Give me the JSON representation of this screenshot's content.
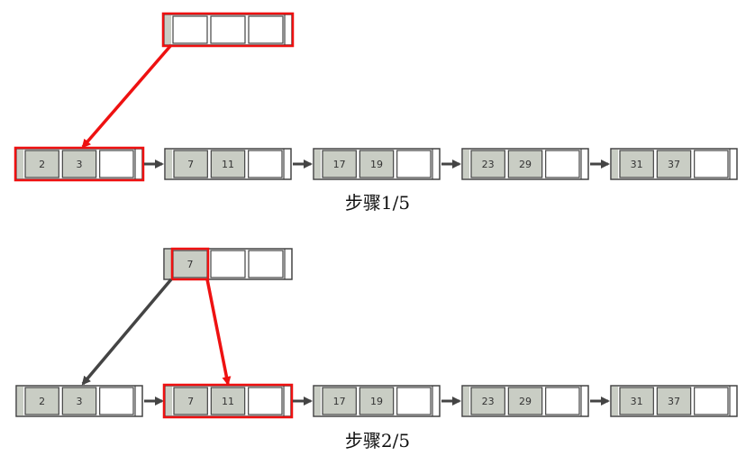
{
  "colors": {
    "highlight": "#ee1111",
    "node_border": "#444444",
    "node_fill": "#c9cdc4",
    "arrow_dark": "#444444",
    "background": "#ffffff"
  },
  "steps": [
    {
      "caption": "步骤1/5",
      "root": {
        "keys": [
          ""
        ],
        "highlight": true,
        "highlight_cell": null
      },
      "leaves": [
        {
          "keys": [
            "2",
            "3"
          ],
          "highlight": true
        },
        {
          "keys": [
            "7",
            "11"
          ],
          "highlight": false
        },
        {
          "keys": [
            "17",
            "19"
          ],
          "highlight": false
        },
        {
          "keys": [
            "23",
            "29"
          ],
          "highlight": false
        },
        {
          "keys": [
            "31",
            "37"
          ],
          "highlight": false
        }
      ],
      "pointers": [
        {
          "from": "root-ptr-0",
          "to": "leaf-0",
          "highlight": true
        }
      ]
    },
    {
      "caption": "步骤2/5",
      "root": {
        "keys": [
          "7"
        ],
        "highlight": false,
        "highlight_cell": 0
      },
      "leaves": [
        {
          "keys": [
            "2",
            "3"
          ],
          "highlight": false
        },
        {
          "keys": [
            "7",
            "11"
          ],
          "highlight": true
        },
        {
          "keys": [
            "17",
            "19"
          ],
          "highlight": false
        },
        {
          "keys": [
            "23",
            "29"
          ],
          "highlight": false
        },
        {
          "keys": [
            "31",
            "37"
          ],
          "highlight": false
        }
      ],
      "pointers": [
        {
          "from": "root-ptr-0",
          "to": "leaf-0",
          "highlight": false
        },
        {
          "from": "root-ptr-1",
          "to": "leaf-1",
          "highlight": true
        }
      ]
    }
  ]
}
